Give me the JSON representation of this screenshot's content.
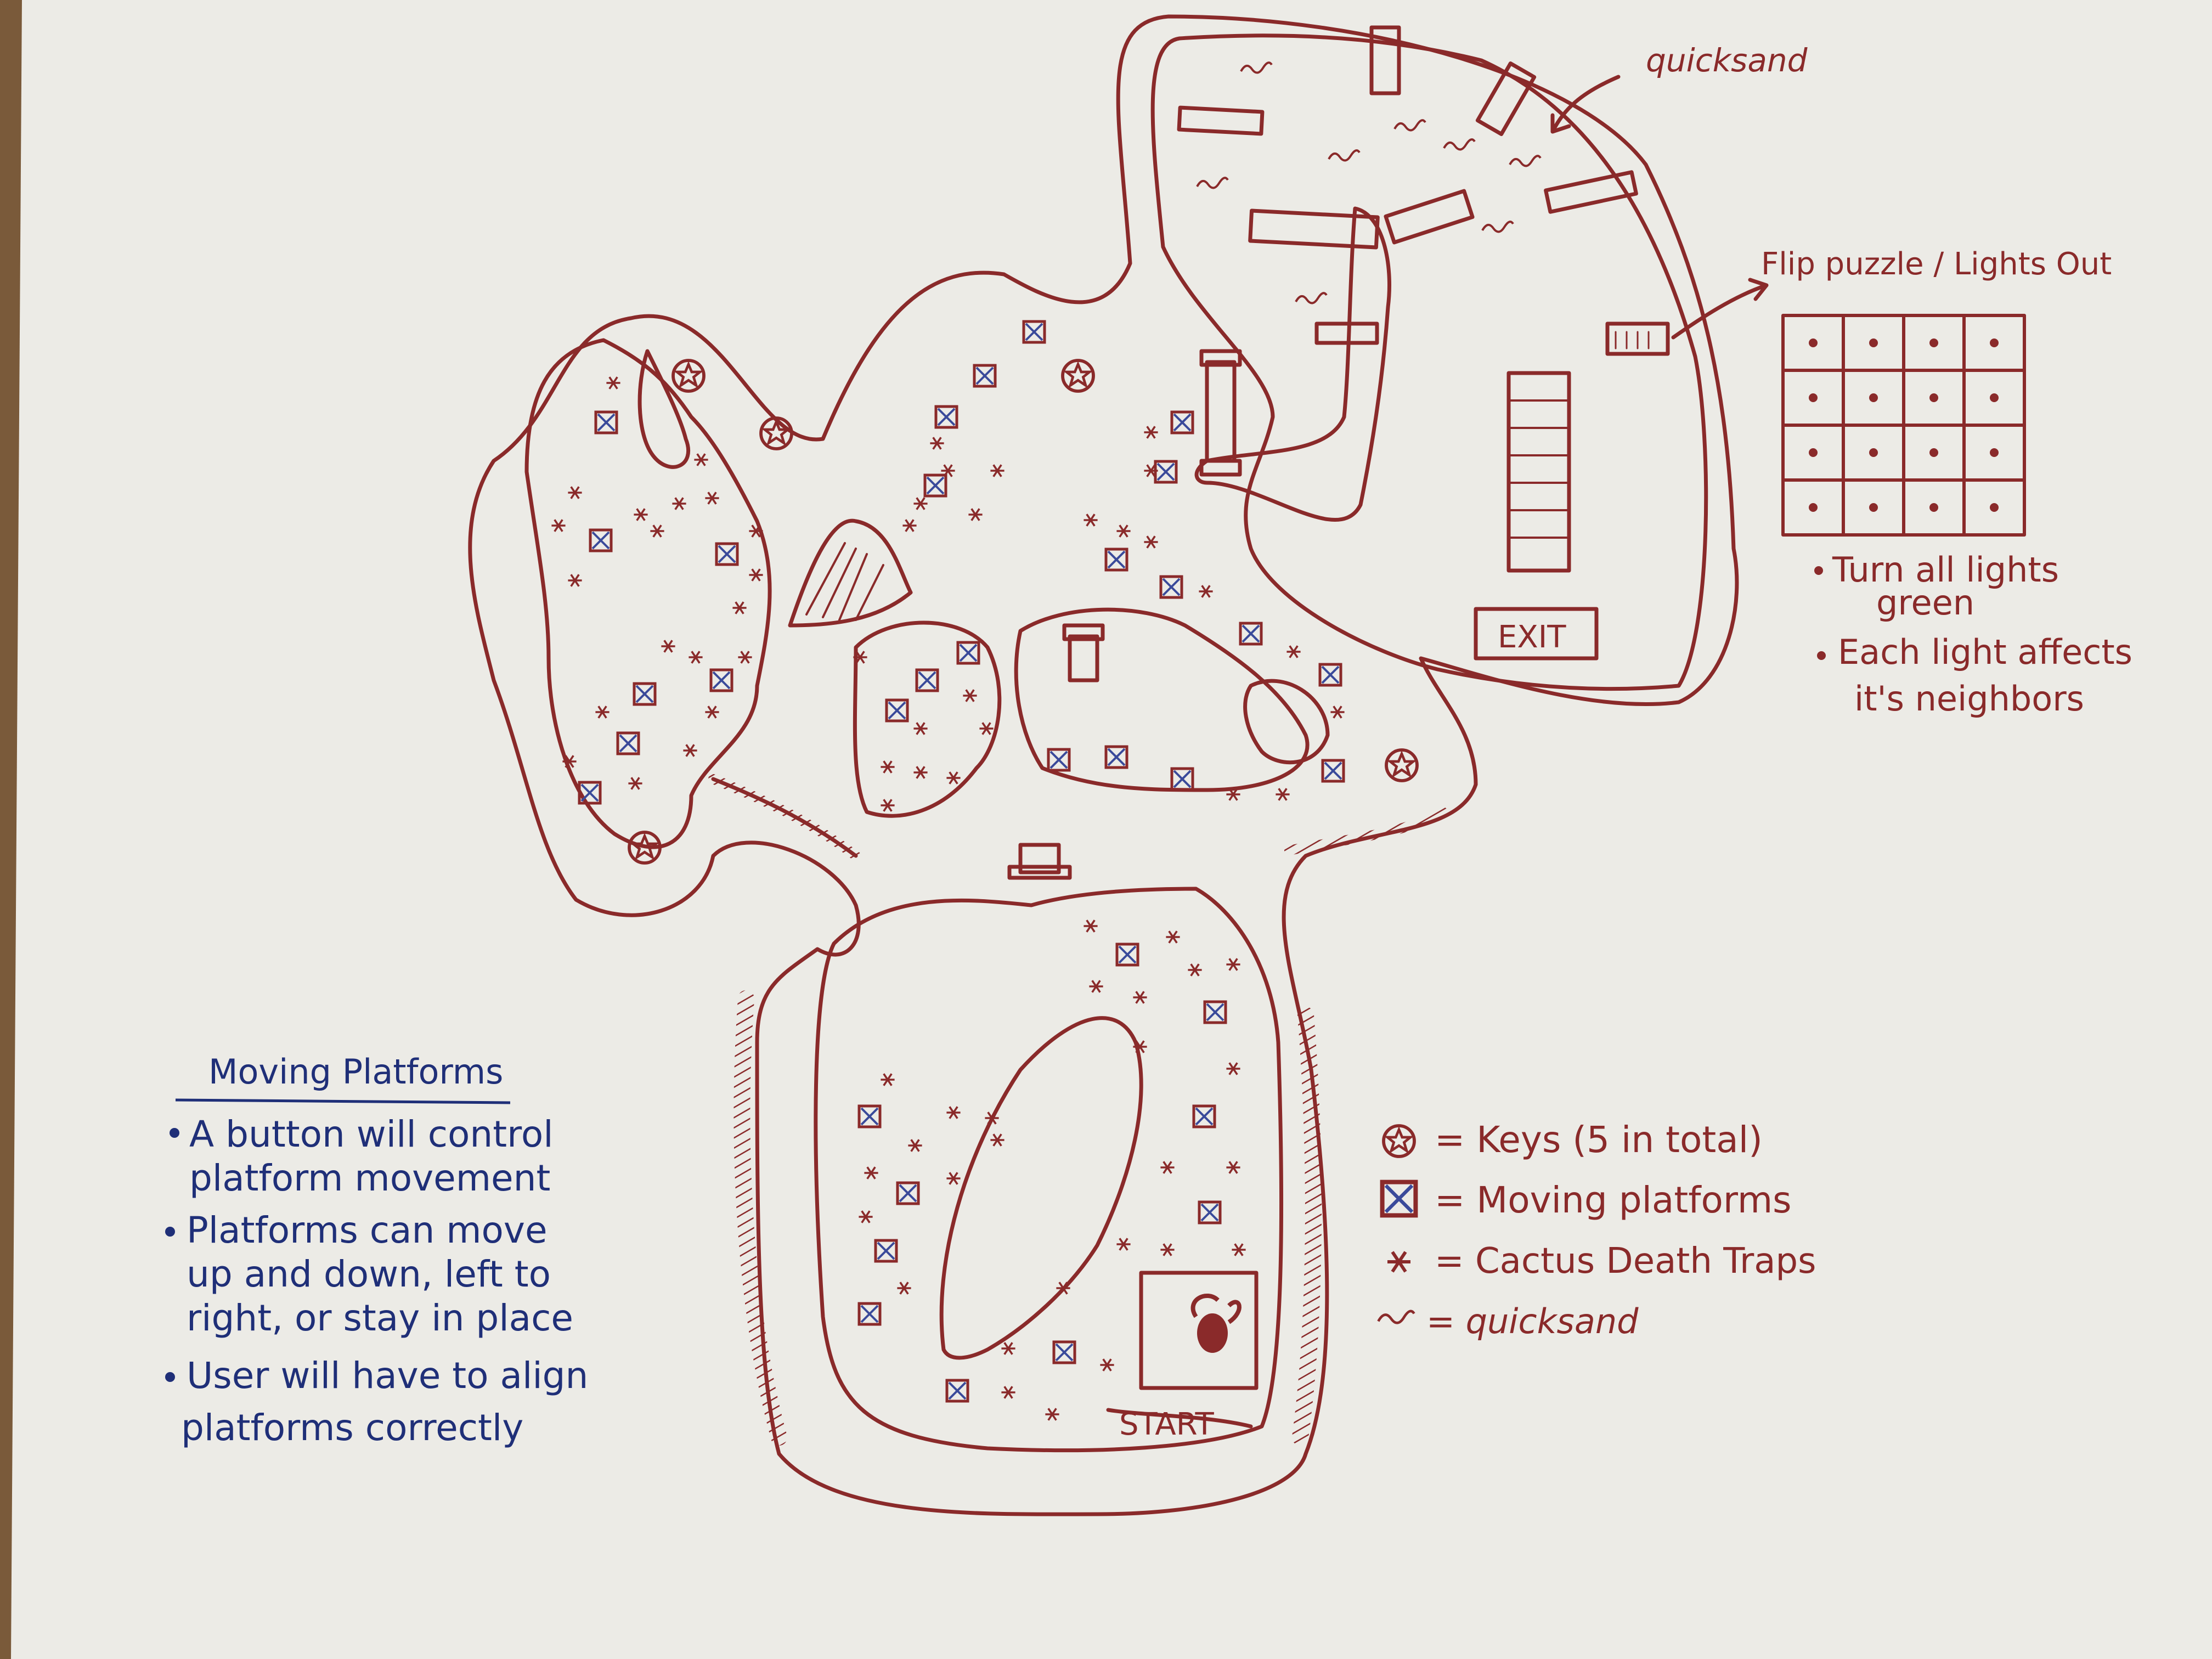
{
  "colors": {
    "ink_red": "#8a2a2a",
    "ink_blue": "#1f2f78",
    "platform_blue": "#3a4a9a",
    "paper": "#ecebe6",
    "table": "#7a5a3a"
  },
  "labels": {
    "quicksand_top": "quicksand",
    "exit": "EXIT",
    "start": "START"
  },
  "flip_puzzle": {
    "title": "Flip puzzle / Lights Out",
    "grid_rows": 4,
    "grid_cols": 4,
    "notes": [
      "Turn all lights",
      "green",
      "Each light affects",
      "it's neighbors"
    ]
  },
  "moving_platforms_notes": {
    "title": "Moving Platforms",
    "lines": [
      "A button will control",
      "platform movement",
      "Platforms can move",
      "up and down, left to",
      "right, or stay in place",
      "User will have to align",
      "platforms correctly"
    ]
  },
  "legend": {
    "keys": "= Keys (5 in total)",
    "platforms": "= Moving platforms",
    "cactus": "= Cactus Death Traps",
    "quicksand": "= quicksand"
  },
  "icons": [
    "star-key-icon",
    "platform-x-icon",
    "cactus-icon",
    "quicksand-wave-icon",
    "scorpion-icon",
    "pillar-icon",
    "switch-box-icon"
  ]
}
